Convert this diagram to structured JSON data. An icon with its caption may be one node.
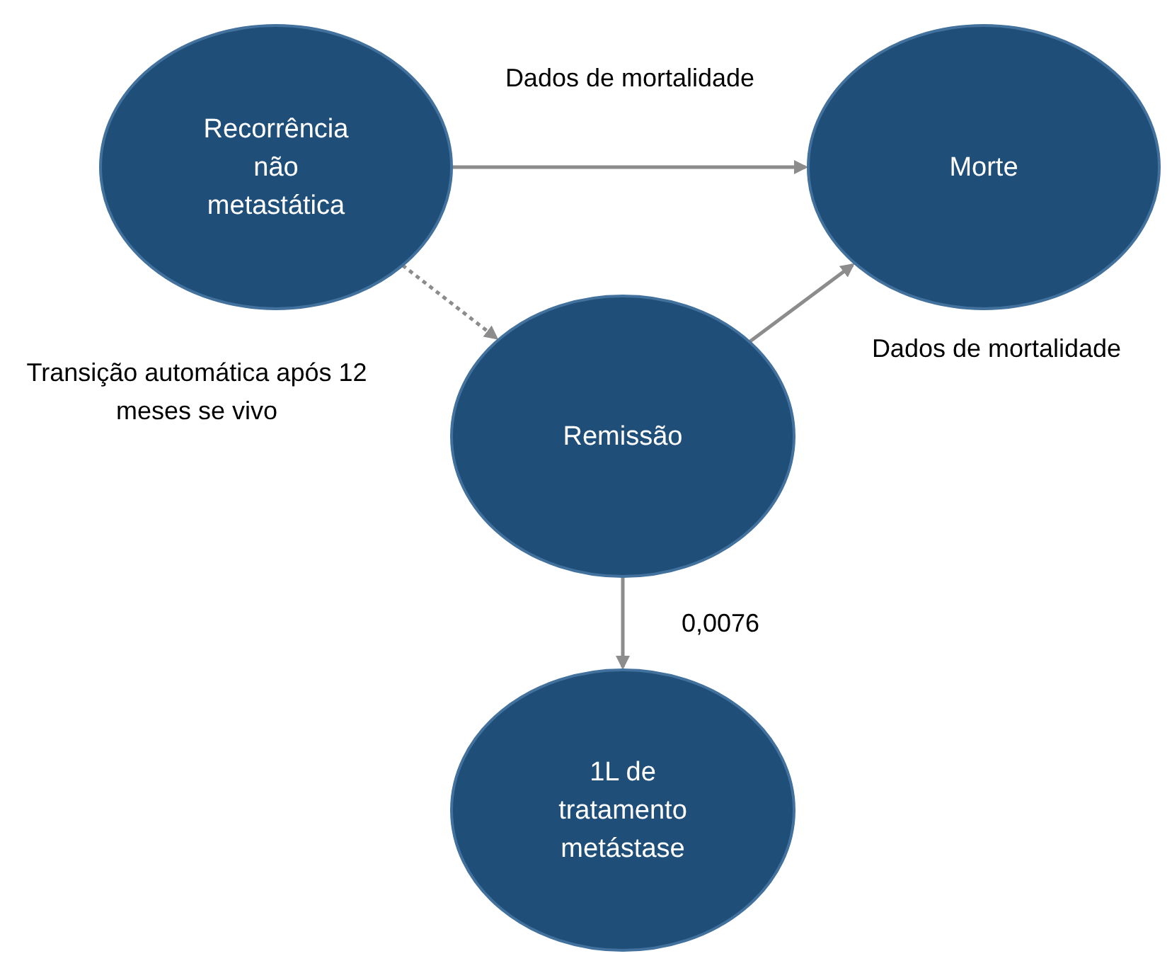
{
  "diagram": {
    "nodes": [
      {
        "text": [
          "Recorrência não metastática"
        ]
      },
      {
        "text": [
          "Morte"
        ]
      },
      {
        "text": [
          "Remissão"
        ]
      },
      {
        "text": [
          "1L de tratamento metástase"
        ]
      }
    ],
    "edges": [
      {
        "from": 0,
        "to": 1,
        "arrow": "to",
        "label": "Dados de mortalidade"
      },
      {
        "from": 2,
        "to": 1,
        "arrow": "to",
        "label": "Dados de mortalidade"
      },
      {
        "from": 0,
        "to": 2,
        "arrow": "to",
        "style": "dashed",
        "label": "Transição automática após 12 meses se vivo"
      },
      {
        "from": 2,
        "to": 3,
        "arrow": "to",
        "label": "0,0076"
      }
    ]
  }
}
